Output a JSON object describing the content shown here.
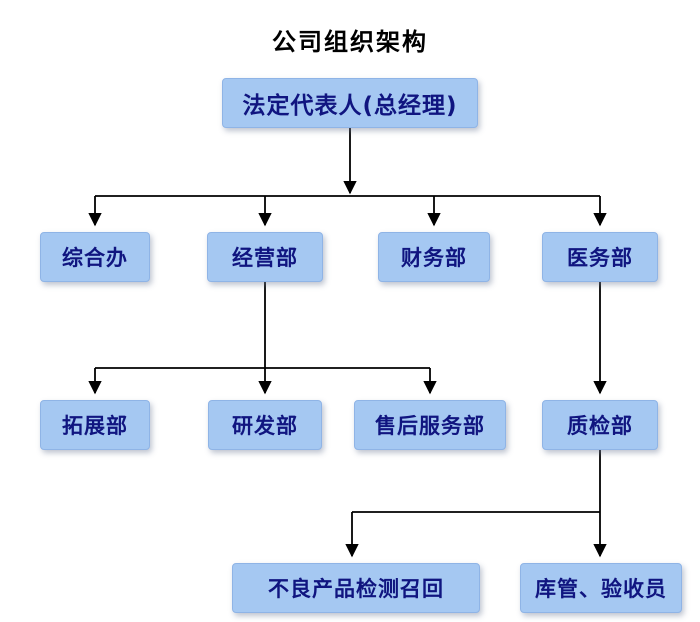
{
  "title": "公司组织架构",
  "nodes": {
    "ceo": {
      "label": "法定代表人(总经理)"
    },
    "general_office": {
      "label": "综合办"
    },
    "operations_dept": {
      "label": "经营部"
    },
    "finance_dept": {
      "label": "财务部"
    },
    "medical_dept": {
      "label": "医务部"
    },
    "expansion_dept": {
      "label": "拓展部"
    },
    "rd_dept": {
      "label": "研发部"
    },
    "after_sales_dept": {
      "label": "售后服务部"
    },
    "quality_inspection_dept": {
      "label": "质检部"
    },
    "defective_product_recall": {
      "label": "不良产品检测召回"
    },
    "warehouse_inspector": {
      "label": "库管、验收员"
    }
  },
  "colors": {
    "background": "#ffffff",
    "box_fill": "#a5c8f2",
    "box_border": "#8fb4e6",
    "box_text": "#101580",
    "line_color": "#000000",
    "title_color": "#000000"
  }
}
